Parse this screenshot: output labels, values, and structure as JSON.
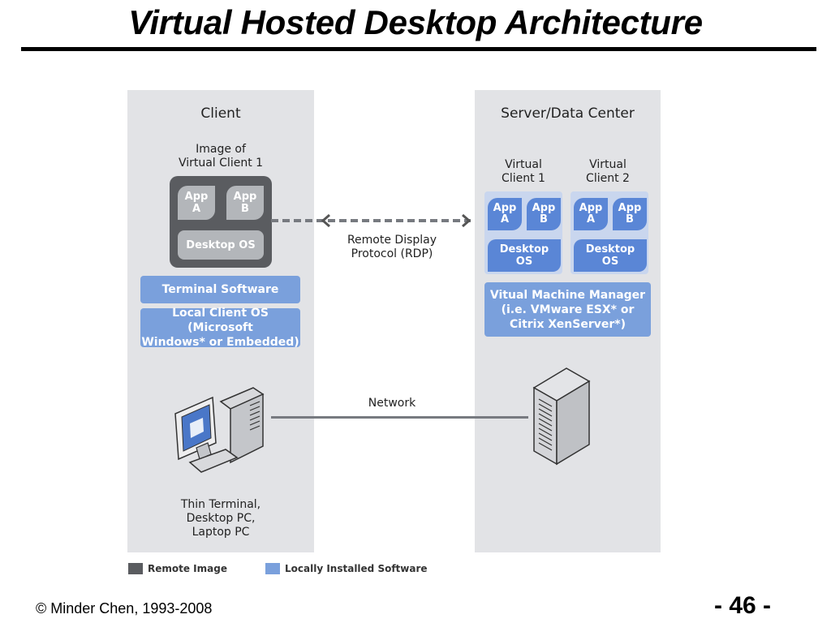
{
  "title": "Virtual Hosted Desktop Architecture",
  "client": {
    "heading": "Client",
    "image_label_line1": "Image of",
    "image_label_line2": "Virtual Client 1",
    "app_a_line1": "App",
    "app_a_line2": "A",
    "app_b_line1": "App",
    "app_b_line2": "B",
    "desktop_os": "Desktop OS",
    "terminal_software": "Terminal Software",
    "local_os_line1": "Local Client OS (Microsoft",
    "local_os_line2": "Windows* or Embedded)",
    "device_line1": "Thin Terminal,",
    "device_line2": "Desktop PC,",
    "device_line3": "Laptop PC"
  },
  "server": {
    "heading": "Server/Data Center",
    "vc1_line1": "Virtual",
    "vc1_line2": "Client 1",
    "vc2_line1": "Virtual",
    "vc2_line2": "Client 2",
    "app_a_line1": "App",
    "app_a_line2": "A",
    "app_b_line1": "App",
    "app_b_line2": "B",
    "desktop_os_line1": "Desktop",
    "desktop_os_line2": "OS",
    "vmm_line1": "Vitual Machine Manager",
    "vmm_line2": "(i.e. VMware ESX* or",
    "vmm_line3": "Citrix XenServer*)"
  },
  "connections": {
    "rdp_line1": "Remote Display",
    "rdp_line2": "Protocol (RDP)",
    "network": "Network"
  },
  "legend": {
    "remote_image": "Remote Image",
    "local_software": "Locally Installed Software"
  },
  "colors": {
    "remote_image": "#5a5c60",
    "local_software": "#7aa0dc",
    "panel": "#e2e3e6"
  },
  "footer": {
    "copyright": "© Minder Chen, 1993-2008",
    "page_number": "- 46 -"
  }
}
